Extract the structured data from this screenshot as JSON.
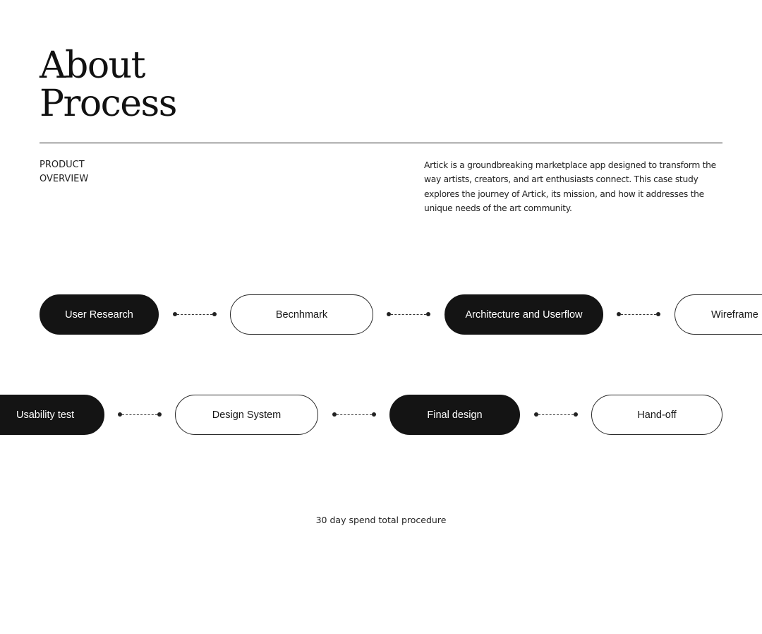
{
  "header": {
    "title_line1": "About",
    "title_line2": "Process"
  },
  "overview": {
    "label_line1": "PRODUCT",
    "label_line2": "OVERVIEW",
    "description": "Artick is a groundbreaking marketplace app designed to transform the way artists, creators, and art enthusiasts connect. This case study explores the journey of Artick, its mission, and how it addresses the unique needs of the art community."
  },
  "process": {
    "row1": [
      {
        "label": "User Research",
        "style": "dark"
      },
      {
        "label": "Becnhmark",
        "style": "light"
      },
      {
        "label": "Architecture and Userflow",
        "style": "dark"
      },
      {
        "label": "Wireframe",
        "style": "light"
      }
    ],
    "row2": [
      {
        "label": "Usability test",
        "style": "dark"
      },
      {
        "label": "Design System",
        "style": "light"
      },
      {
        "label": "Final design",
        "style": "dark"
      },
      {
        "label": "Hand-off",
        "style": "light"
      }
    ]
  },
  "footer": {
    "note": "30 day spend total procedure"
  },
  "colors": {
    "dark_pill": "#141414",
    "light_pill": "#ffffff",
    "text": "#111111"
  }
}
